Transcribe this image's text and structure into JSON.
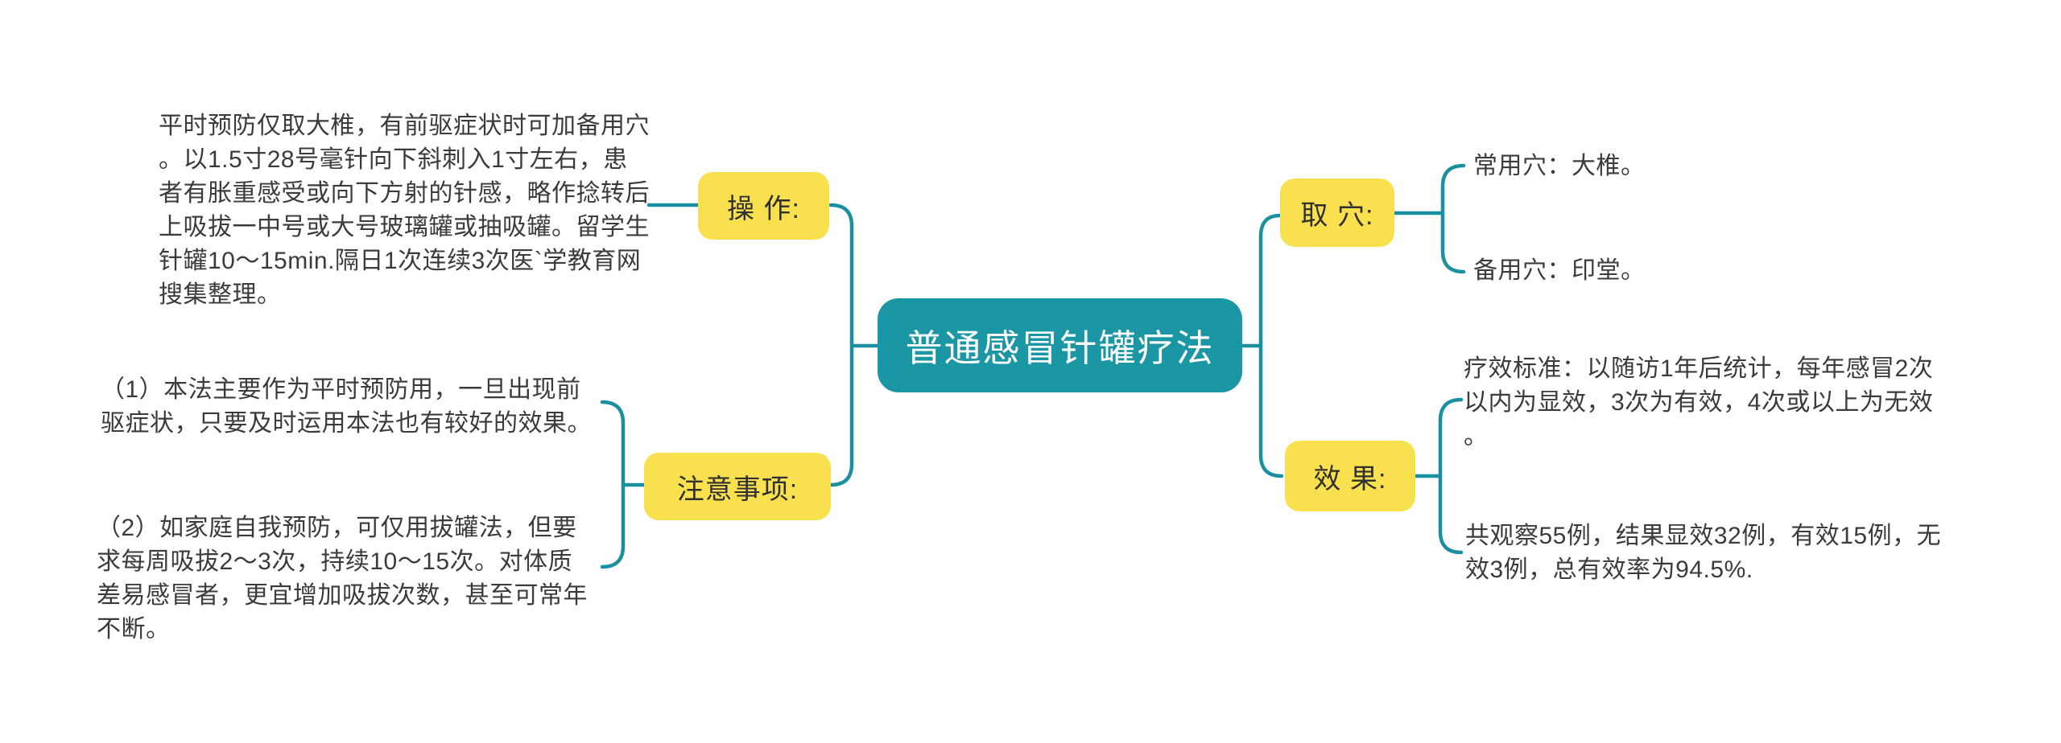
{
  "root": {
    "label": "普通感冒针罐疗法"
  },
  "operation": {
    "label": "操 作:",
    "leaf": "平时预防仅取大椎，有前驱症状时可加备用穴\n。以1.5寸28号毫针向下斜刺入1寸左右，患\n者有胀重感受或向下方射的针感，略作捻转后\n上吸拔一中号或大号玻璃罐或抽吸罐。留学生\n针罐10～15min.隔日1次连续3次医`学教育网\n搜集整理。"
  },
  "precautions": {
    "label": "注意事项:",
    "leaf1": "（1）本法主要作为平时预防用，一旦出现前\n驱症状，只要及时运用本法也有较好的效果。",
    "leaf2": "（2）如家庭自我预防，可仅用拔罐法，但要\n求每周吸拔2～3次，持续10～15次。对体质\n差易感冒者，更宜增加吸拔次数，甚至可常年\n不断。"
  },
  "acupoints": {
    "label": "取 穴:",
    "leaf1": "常用穴：大椎。",
    "leaf2": "备用穴：印堂。"
  },
  "effect": {
    "label": "效 果:",
    "leaf1": "疗效标准：以随访1年后统计，每年感冒2次\n以内为显效，3次为有效，4次或以上为无效\n。",
    "leaf2": "共观察55例，结果显效32例，有效15例，无\n效3例，总有效率为94.5%."
  },
  "colors": {
    "root_fill": "#1A96A5",
    "branch_fill": "#F9E04E",
    "connector": "#1A8FA0",
    "leaf_text": "#3B3B3B"
  }
}
